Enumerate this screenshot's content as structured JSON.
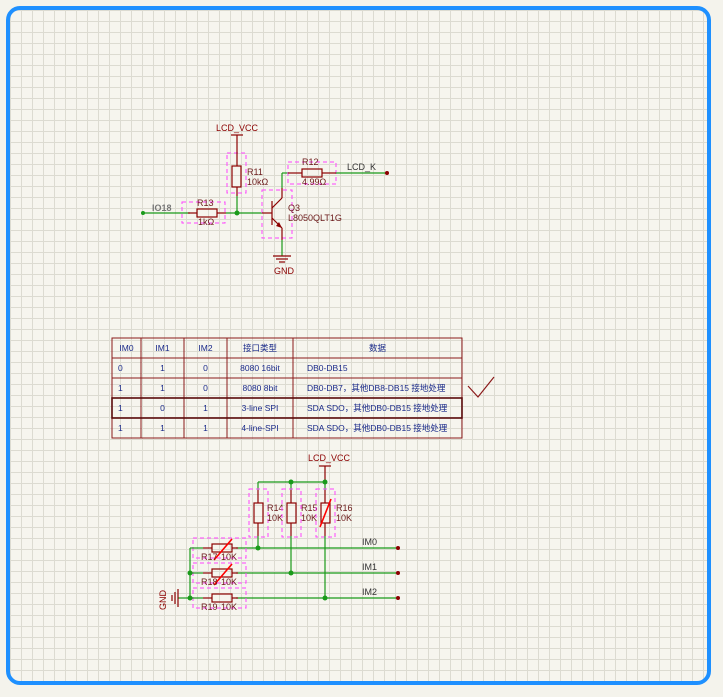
{
  "circuit1": {
    "power_label": "LCD_VCC",
    "input_label": "IO18",
    "output_label": "LCD_K",
    "ground_label": "GND",
    "r11": {
      "ref": "R11",
      "value": "10kΩ"
    },
    "r12": {
      "ref": "R12",
      "value": "4.99Ω"
    },
    "r13": {
      "ref": "R13",
      "value": "1kΩ"
    },
    "q3": {
      "ref": "Q3",
      "part": "L8050QLT1G"
    }
  },
  "table": {
    "headers": [
      "IM0",
      "IM1",
      "IM2",
      "接口类型",
      "数据"
    ],
    "rows": [
      [
        "0",
        "1",
        "0",
        "8080 16bit",
        "DB0-DB15"
      ],
      [
        "1",
        "1",
        "0",
        "8080 8bit",
        "DB0-DB7，其他DB8-DB15 接地处理"
      ],
      [
        "1",
        "0",
        "1",
        "3-line SPI",
        "SDA SDO，其他DB0-DB15 接地处理"
      ],
      [
        "1",
        "1",
        "1",
        "4-line-SPI",
        "SDA SDO，其他DB0-DB15 接地处理"
      ]
    ]
  },
  "circuit2": {
    "power_label": "LCD_VCC",
    "ground_label": "GND",
    "nets": [
      "IM0",
      "IM1",
      "IM2"
    ],
    "r14": {
      "ref": "R14",
      "value": "10K"
    },
    "r15": {
      "ref": "R15",
      "value": "10K"
    },
    "r16": {
      "ref": "R16",
      "value": "10K"
    },
    "r17": {
      "ref": "R17",
      "value": "10K"
    },
    "r18": {
      "ref": "R18",
      "value": "10K"
    },
    "r19": {
      "ref": "R19",
      "value": "10K"
    }
  },
  "colors": {
    "frame": "#1e90ff",
    "wire": "#1a9a1a",
    "component": "#8b0000",
    "selection": "#ff44ff",
    "table_text": "#1a2a8a",
    "dnp_mark": "#ff0000"
  }
}
